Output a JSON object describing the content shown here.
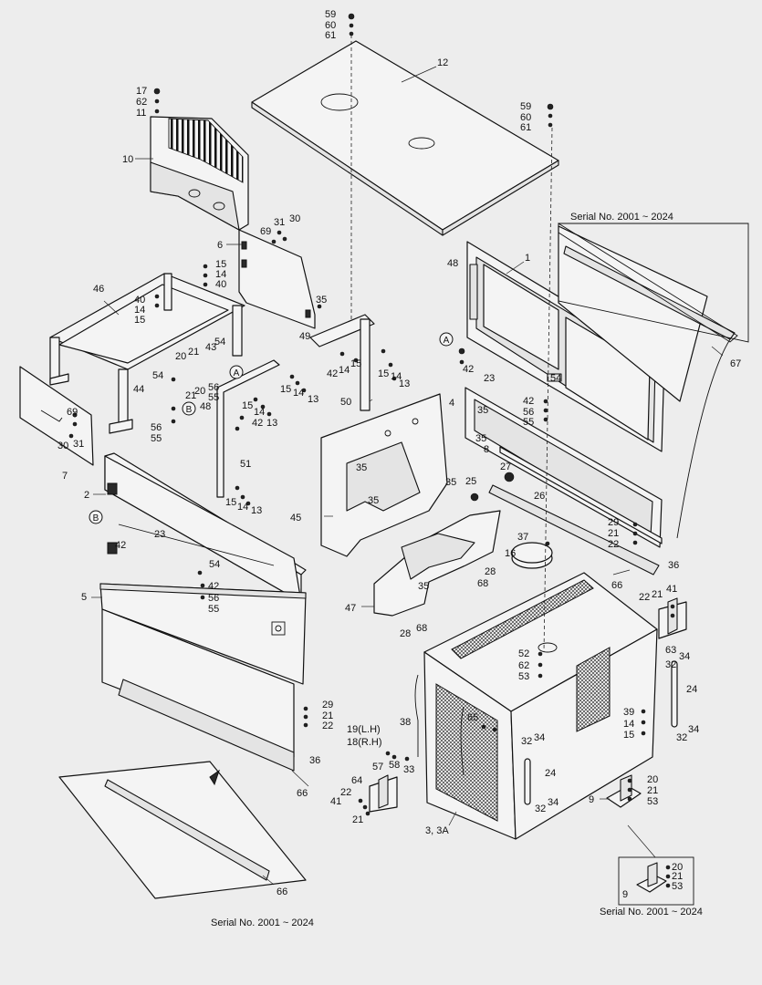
{
  "labels": {
    "l59a": "59",
    "l60a": "60",
    "l61a": "61",
    "l12": "12",
    "l17": "17",
    "l62a": "62",
    "l11": "11",
    "l10": "10",
    "l59b": "59",
    "l60b": "60",
    "l61b": "61",
    "l31a": "31",
    "l30a": "30",
    "l69a": "69",
    "l6": "6",
    "l15a": "15",
    "l14a": "14",
    "l40a": "40",
    "l46": "46",
    "l40b": "40",
    "l14b": "14",
    "l15b": "15",
    "l48a": "48",
    "l1": "1",
    "l35a": "35",
    "l49": "49",
    "lA1": "A",
    "l42a": "42",
    "l23a": "23",
    "l67": "67",
    "l20a": "20",
    "l21a": "21",
    "l43": "43",
    "l54a": "54",
    "lA2": "A",
    "l42b": "42",
    "l14c": "14",
    "l15c": "15",
    "l13a": "13",
    "l15d": "15",
    "l14d": "14",
    "l13b": "13",
    "l54b": "54",
    "l44": "44",
    "l20b": "20",
    "l21b": "21",
    "l56a": "56",
    "l55a": "55",
    "l15e": "15",
    "l14e": "14",
    "l13c": "13",
    "l42c": "42",
    "l15f": "15",
    "l14f": "14",
    "l42d": "42",
    "l56b": "56",
    "l55b": "55",
    "l4": "4",
    "l35b": "35",
    "l35c": "35",
    "l50": "50",
    "lB1": "B",
    "l48b": "48",
    "l56c": "56",
    "l55c": "55",
    "l69b": "69",
    "l30b": "30",
    "l31b": "31",
    "l7": "7",
    "l51": "51",
    "l35d": "35",
    "l35e": "35",
    "l8": "8",
    "l27": "27",
    "l25": "25",
    "l26": "26",
    "l2": "2",
    "l45": "45",
    "l15g": "15",
    "l14g": "14",
    "l13d": "13",
    "l29a": "29",
    "l21c": "21",
    "l22a": "22",
    "l36a": "36",
    "lB2": "B",
    "l42e": "42",
    "l23b": "23",
    "l37": "37",
    "l16": "16",
    "l54c": "54",
    "l28a": "28",
    "l68a": "68",
    "l66a": "66",
    "l42f": "42",
    "l56d": "56",
    "l55d": "55",
    "l35f": "35",
    "l41a": "41",
    "l21d": "21",
    "l22b": "22",
    "l5": "5",
    "l47": "47",
    "l28b": "28",
    "l68b": "68",
    "l63": "63",
    "l52": "52",
    "l62b": "62",
    "l53a": "53",
    "l34a": "34",
    "l32a": "32",
    "l24a": "24",
    "l29b": "29",
    "l21e": "21",
    "l22c": "22",
    "l39": "39",
    "l14h": "14",
    "l15h": "15",
    "l34b": "34",
    "l32b": "32",
    "l38": "38",
    "l65": "65",
    "l19": "19(L.H)",
    "l18": "18(R.H)",
    "l32c": "32",
    "l34c": "34",
    "l57": "57",
    "l58": "58",
    "l33": "33",
    "l36b": "36",
    "l24b": "24",
    "l20c": "20",
    "l21f": "21",
    "l53b": "53",
    "l9a": "9",
    "l64": "64",
    "l66b": "66",
    "l32d": "32",
    "l34d": "34",
    "l22d": "22",
    "l41b": "41",
    "l21g": "21",
    "l3": "3, 3A",
    "l66c": "66",
    "l20d": "20",
    "l21h": "21",
    "l53c": "53",
    "l9b": "9"
  },
  "serials": {
    "top_right": "Serial No. 2001 ~ 2024",
    "bottom_left": "Serial No. 2001 ~ 2024",
    "bottom_right": "Serial No. 2001 ~ 2024"
  }
}
